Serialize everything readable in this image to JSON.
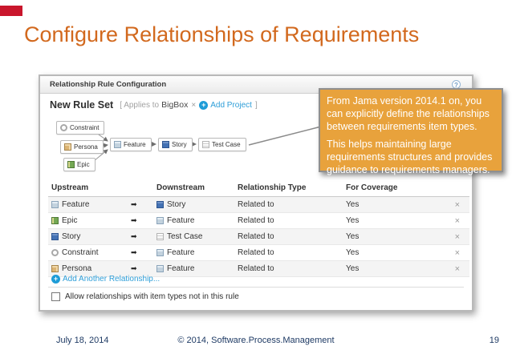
{
  "slide": {
    "title": "Configure Relationships of Requirements",
    "footer": {
      "date": "July 18, 2014",
      "copyright": "© 2014, Software.Process.Management",
      "page": "19"
    }
  },
  "icons": {
    "arrow": "➡",
    "delete": "×",
    "plus": "+",
    "help": "?",
    "remove_project": "×",
    "checkbox_state": "unchecked"
  },
  "colors": {
    "title_orange": "#d2691e",
    "corner_red": "#c9162c",
    "callout_bg": "#e8a23c",
    "link_blue": "#2e9ed8",
    "footer_navy": "#1e3a64"
  },
  "dialog": {
    "title": "Relationship Rule Configuration",
    "rule_set": {
      "name": "New Rule Set",
      "bracket_open": "[ Applies to",
      "project": "BigBox",
      "add_project": "Add Project",
      "bracket_close": "]"
    },
    "diagram": {
      "nodes": [
        {
          "label": "Constraint",
          "icon": "constraint-icon"
        },
        {
          "label": "Persona",
          "icon": "persona-icon"
        },
        {
          "label": "Epic",
          "icon": "epic-icon"
        },
        {
          "label": "Feature",
          "icon": "feature-icon"
        },
        {
          "label": "Story",
          "icon": "story-icon"
        },
        {
          "label": "Test Case",
          "icon": "testcase-icon"
        }
      ]
    },
    "table": {
      "headers": {
        "upstream": "Upstream",
        "downstream": "Downstream",
        "type": "Relationship Type",
        "coverage": "For Coverage"
      },
      "rows": [
        {
          "upstream": "Feature",
          "downstream": "Story",
          "type": "Related to",
          "coverage": "Yes"
        },
        {
          "upstream": "Epic",
          "downstream": "Feature",
          "type": "Related to",
          "coverage": "Yes"
        },
        {
          "upstream": "Story",
          "downstream": "Test Case",
          "type": "Related to",
          "coverage": "Yes"
        },
        {
          "upstream": "Constraint",
          "downstream": "Feature",
          "type": "Related to",
          "coverage": "Yes"
        },
        {
          "upstream": "Persona",
          "downstream": "Feature",
          "type": "Related to",
          "coverage": "Yes"
        }
      ]
    },
    "add_link": "Add Another Relationship...",
    "checkbox_label": "Allow relationships with item types not in this rule"
  },
  "callout": {
    "paragraph1": "From Jama version 2014.1 on, you\ncan explicitly define the relationships\nbetween requirements item types.",
    "paragraph2": "This helps maintaining large\nrequirements structures and provides\nguidance to requirements managers."
  }
}
